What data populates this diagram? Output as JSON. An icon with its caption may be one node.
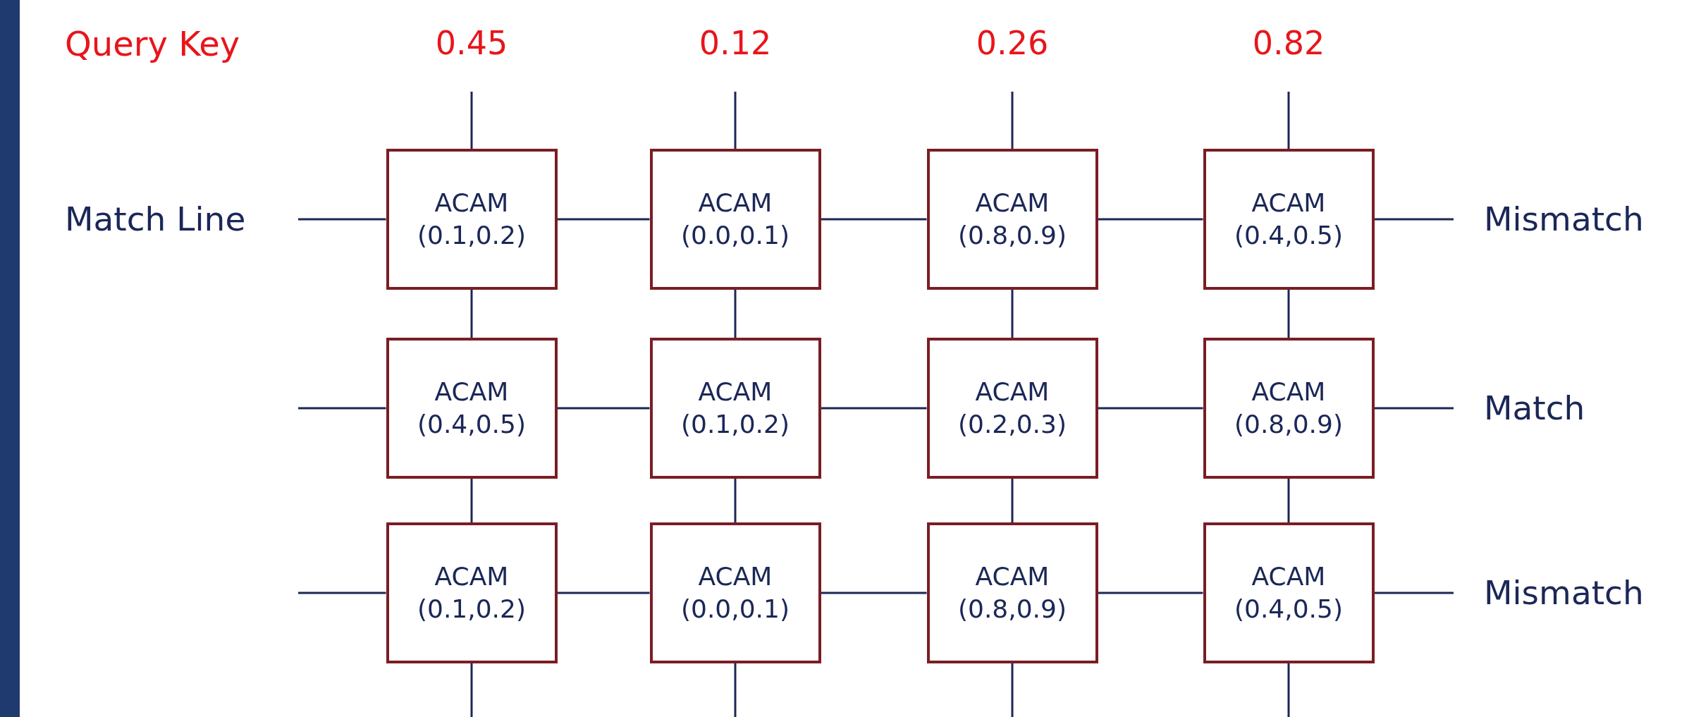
{
  "diagram": {
    "nodes": [
      {
        "text": [
          "0.45"
        ]
      },
      {
        "text": [
          "0.12"
        ]
      },
      {
        "text": [
          "0.26"
        ]
      },
      {
        "text": [
          "0.82"
        ]
      },
      {
        "text": [
          "Match Line"
        ]
      },
      {
        "text": [
          "ACAM",
          "(0.1,0.2)"
        ]
      },
      {
        "text": [
          "ACAM",
          "(0.0,0.1)"
        ]
      },
      {
        "text": [
          "ACAM",
          "(0.8,0.9)"
        ]
      },
      {
        "text": [
          "ACAM",
          "(0.4,0.5)"
        ]
      },
      {
        "text": [
          "Mismatch"
        ]
      },
      {
        "text": [
          "ACAM",
          "(0.4,0.5)"
        ]
      },
      {
        "text": [
          "ACAM",
          "(0.1,0.2)"
        ]
      },
      {
        "text": [
          "ACAM",
          "(0.2,0.3)"
        ]
      },
      {
        "text": [
          "ACAM",
          "(0.8,0.9)"
        ]
      },
      {
        "text": [
          "Match"
        ]
      },
      {
        "text": [
          "ACAM",
          "(0.1,0.2)"
        ]
      },
      {
        "text": [
          "ACAM",
          "(0.0,0.1)"
        ]
      },
      {
        "text": [
          "ACAM",
          "(0.8,0.9)"
        ]
      },
      {
        "text": [
          "ACAM",
          "(0.4,0.5)"
        ]
      },
      {
        "text": [
          "Mismatch"
        ]
      },
      {
        "text": [],
        "shape": "bar"
      }
    ],
    "edges": [
      {
        "from": 0,
        "to": 5,
        "arrow": "none"
      },
      {
        "from": 1,
        "to": 6,
        "arrow": "none"
      },
      {
        "from": 2,
        "to": 7,
        "arrow": "none"
      },
      {
        "from": 3,
        "to": 8,
        "arrow": "none"
      },
      {
        "from": 5,
        "to": 10,
        "arrow": "none"
      },
      {
        "from": 6,
        "to": 11,
        "arrow": "none"
      },
      {
        "from": 7,
        "to": 12,
        "arrow": "none"
      },
      {
        "from": 8,
        "to": 13,
        "arrow": "none"
      },
      {
        "from": 10,
        "to": 15,
        "arrow": "none"
      },
      {
        "from": 11,
        "to": 16,
        "arrow": "none"
      },
      {
        "from": 12,
        "to": 17,
        "arrow": "none"
      },
      {
        "from": 13,
        "to": 18,
        "arrow": "none"
      },
      {
        "from": 15,
        "to": null,
        "arrow": "none"
      },
      {
        "from": 16,
        "to": null,
        "arrow": "none"
      },
      {
        "from": 17,
        "to": null,
        "arrow": "none"
      },
      {
        "from": 18,
        "to": null,
        "arrow": "none"
      },
      {
        "from": 4,
        "to": 5,
        "arrow": "none"
      },
      {
        "from": 5,
        "to": 6,
        "arrow": "none"
      },
      {
        "from": 6,
        "to": 7,
        "arrow": "none"
      },
      {
        "from": 7,
        "to": 8,
        "arrow": "none"
      },
      {
        "from": 8,
        "to": 9,
        "arrow": "none"
      },
      {
        "from": null,
        "to": 10,
        "arrow": "none"
      },
      {
        "from": 10,
        "to": 11,
        "arrow": "none"
      },
      {
        "from": 11,
        "to": 12,
        "arrow": "none"
      },
      {
        "from": 12,
        "to": 13,
        "arrow": "none"
      },
      {
        "from": 13,
        "to": 14,
        "arrow": "none"
      },
      {
        "from": null,
        "to": 15,
        "arrow": "none"
      },
      {
        "from": 15,
        "to": 16,
        "arrow": "none"
      },
      {
        "from": 16,
        "to": 17,
        "arrow": "none"
      },
      {
        "from": 17,
        "to": 18,
        "arrow": "none"
      },
      {
        "from": 18,
        "to": 19,
        "arrow": "none"
      }
    ],
    "labels": [
      "Query Key"
    ]
  }
}
